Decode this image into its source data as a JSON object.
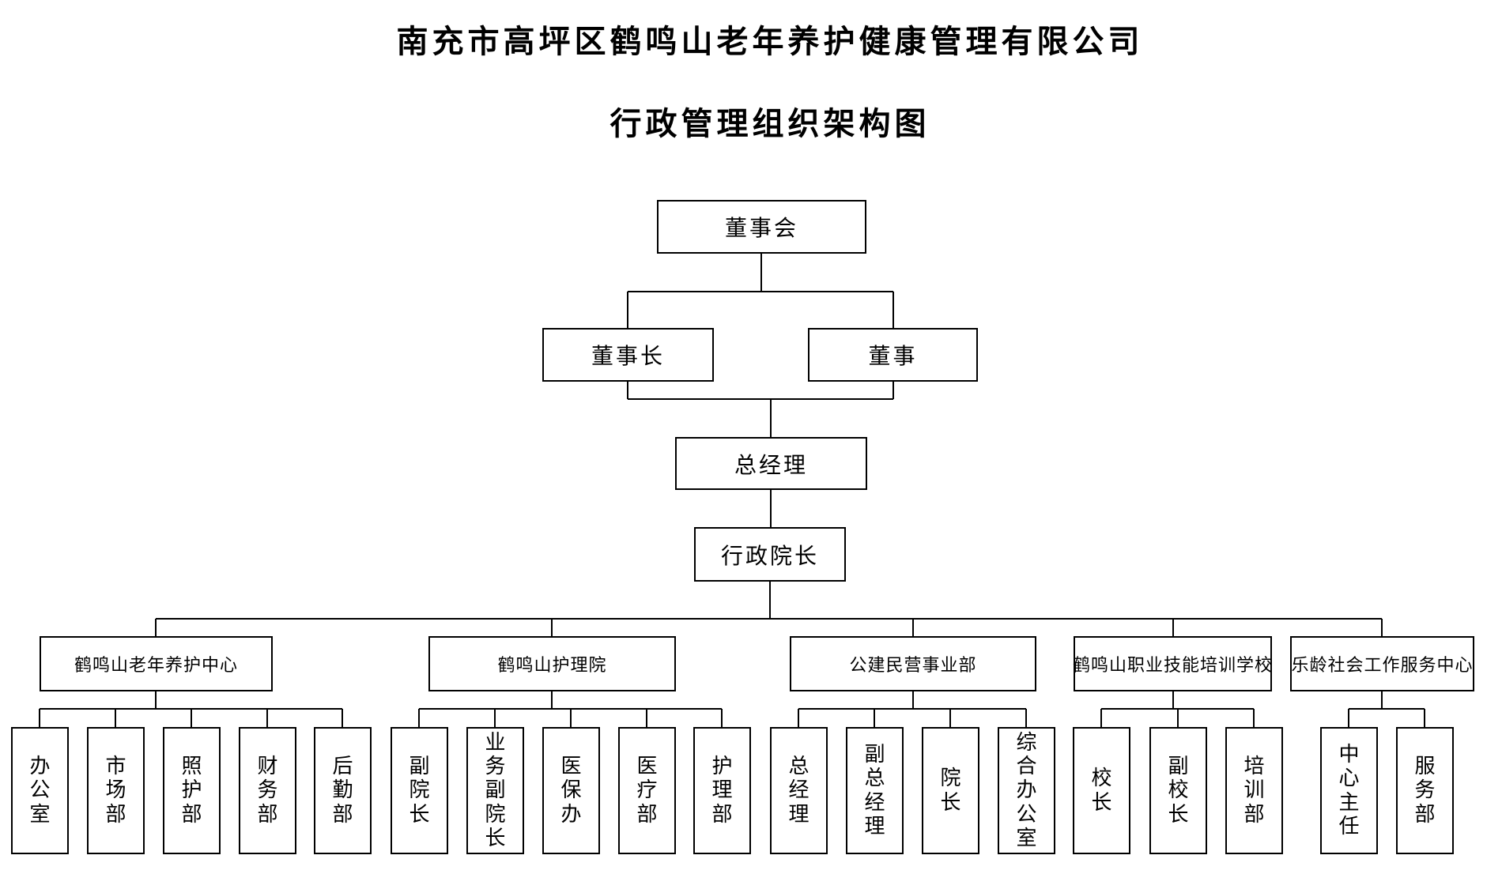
{
  "page": {
    "title": "南充市高坪区鹤鸣山老年养护健康管理有限公司",
    "subtitle": "行政管理组织架构图"
  },
  "org": {
    "board": {
      "label": "董事会"
    },
    "chairman": {
      "label": "董事长"
    },
    "director": {
      "label": "董事"
    },
    "general_manager": {
      "label": "总经理"
    },
    "admin_dean": {
      "label": "行政院长"
    },
    "branches": [
      {
        "label": "鹤鸣山老年养护中心",
        "children": [
          "办公室",
          "市场部",
          "照护部",
          "财务部",
          "后勤部"
        ]
      },
      {
        "label": "鹤鸣山护理院",
        "children": [
          "副院长",
          "业务副院长",
          "医保办",
          "医疗部",
          "护理部"
        ]
      },
      {
        "label": "公建民营事业部",
        "children": [
          "总经理",
          "副总经理",
          "院长",
          "综合办公室"
        ]
      },
      {
        "label": "鹤鸣山职业技能培训学校",
        "children": [
          "校长",
          "副校长",
          "培训部"
        ]
      },
      {
        "label": "乐龄社会工作服务中心",
        "children": [
          "中心主任",
          "服务部"
        ]
      }
    ]
  },
  "colors": {
    "line": "#000000",
    "text": "#000000",
    "background": "#ffffff"
  }
}
